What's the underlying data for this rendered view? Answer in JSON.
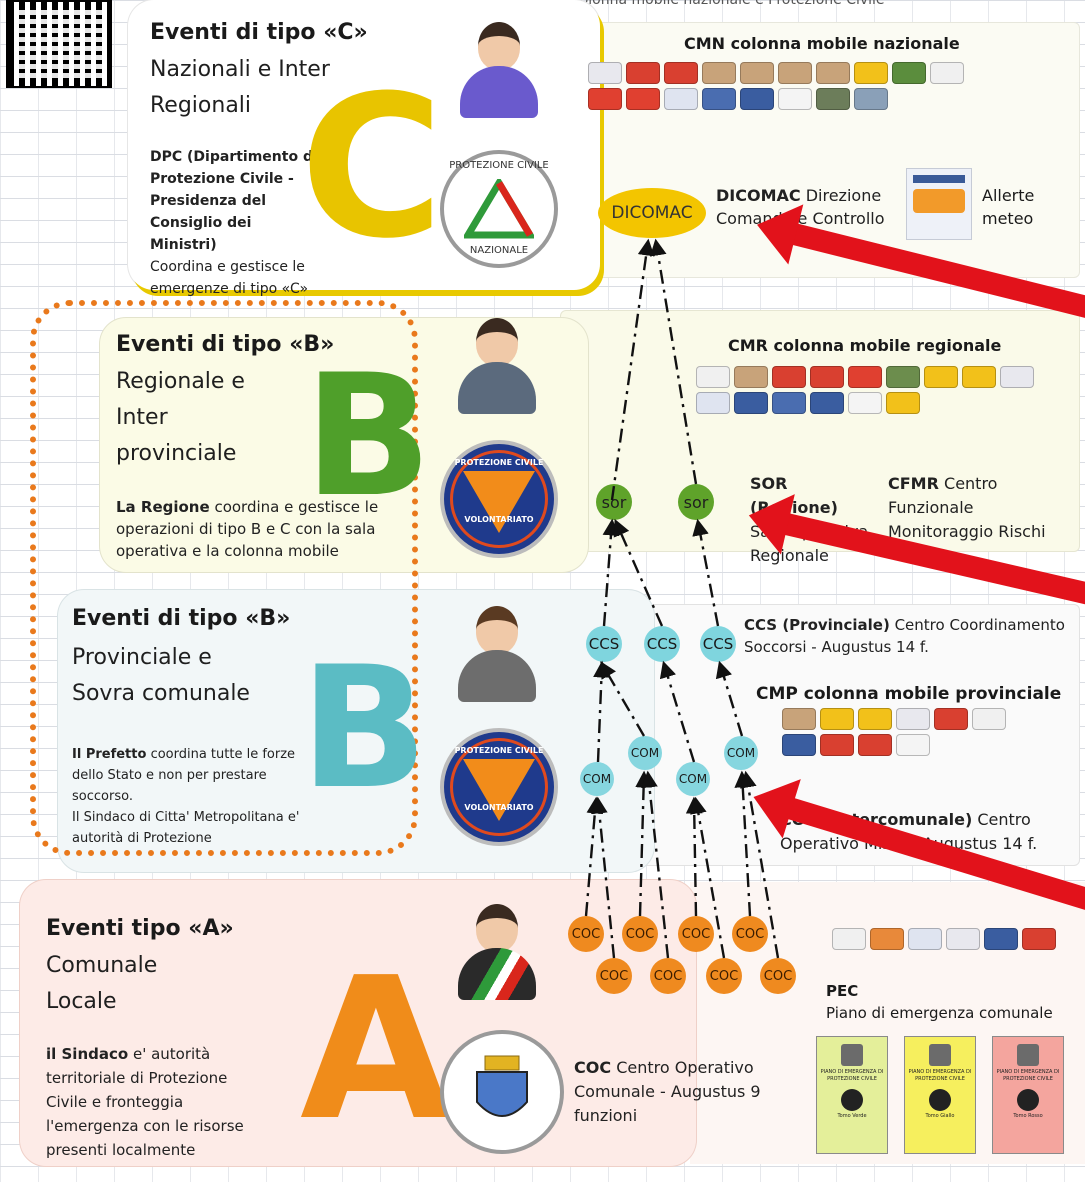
{
  "header": {
    "top_text": "colonna mobile nazionale e Protezione Civile"
  },
  "level_c": {
    "title": "Eventi di tipo «C»",
    "subtitle_line1": "Nazionali e Inter",
    "subtitle_line2": "Regionali",
    "letter": "C",
    "desc_bold": "DPC (Dipartimento di Protezione Civile - Presidenza del Consiglio dei Ministri)",
    "desc": "Coordina e gestisce le emergenze di tipo «C»",
    "emblem_top": "PROTEZIONE CIVILE",
    "emblem_bottom": "NAZIONALE",
    "column_label": "CMN colonna mobile  nazionale",
    "node": "DICOMAC",
    "node_desc_bold": "DICOMAC",
    "node_desc": "Direzione Comando e Controllo",
    "alerts": "Allerte meteo",
    "color": "#e8c900"
  },
  "level_b_regional": {
    "title": "Eventi di tipo «B»",
    "subtitle_line1": "Regionale e",
    "subtitle_line2": "Inter",
    "subtitle_line3": "provinciale",
    "letter": "B",
    "desc_bold": "La Regione",
    "desc": "coordina e gestisce le operazioni di tipo B e C con la sala operativa e la colonna mobile",
    "emblem_top": "PROTEZIONE CIVILE",
    "emblem_bottom": "VOLONTARIATO",
    "column_label": "CMR colonna mobile  regionale",
    "node": "sor",
    "sor_bold": "SOR (Regione)",
    "sor_desc": "Sala Operativa Regionale",
    "cfmr_bold": "CFMR",
    "cfmr_desc": "Centro Funzionale Monitoraggio Rischi",
    "color": "#4f9f2a"
  },
  "level_b_provincial": {
    "title": "Eventi di tipo «B»",
    "subtitle_line1": "Provinciale e",
    "subtitle_line2": "Sovra comunale",
    "letter": "B",
    "desc_bold": "Il Prefetto",
    "desc": "coordina tutte le forze dello Stato e non per prestare soccorso.",
    "desc2": "Il Sindaco di Citta' Metropolitana e' autorità di Protezione",
    "emblem_top": "PROTEZIONE CIVILE",
    "emblem_bottom": "VOLONTARIATO",
    "ccs_bold": "CCS (Provinciale)",
    "ccs_desc": "Centro Coordinamento Soccorsi - Augustus 14 f.",
    "column_label": "CMP colonna mobile provinciale",
    "com_bold": "COM (Intercomunale)",
    "com_desc": "Centro Operativo Misto - Augustus 14 f.",
    "node_ccs": "CCS",
    "node_com": "COM",
    "color": "#5bbcc4"
  },
  "level_a": {
    "title": "Eventi tipo «A»",
    "subtitle_line1": "Comunale",
    "subtitle_line2": "Locale",
    "letter": "A",
    "desc_bold": "il Sindaco",
    "desc": "e' autorità territoriale di Protezione Civile  e fronteggia l'emergenza  con le risorse presenti localmente",
    "coc_bold": "COC",
    "coc_desc": "Centro Operativo Comunale - Augustus 9 funzioni",
    "node": "COC",
    "pec_bold": "PEC",
    "pec_desc": "Piano di emergenza comunale",
    "doc_title": "PIANO DI EMERGENZA DI PROTEZIONE CIVILE",
    "doc_labels": [
      "Tomo Verde",
      "Tomo Giallo",
      "Tomo Rosso"
    ],
    "doc_colors": [
      "#e4ef9a",
      "#f6ef5e",
      "#f4a59e"
    ],
    "color": "#f08c1a"
  }
}
